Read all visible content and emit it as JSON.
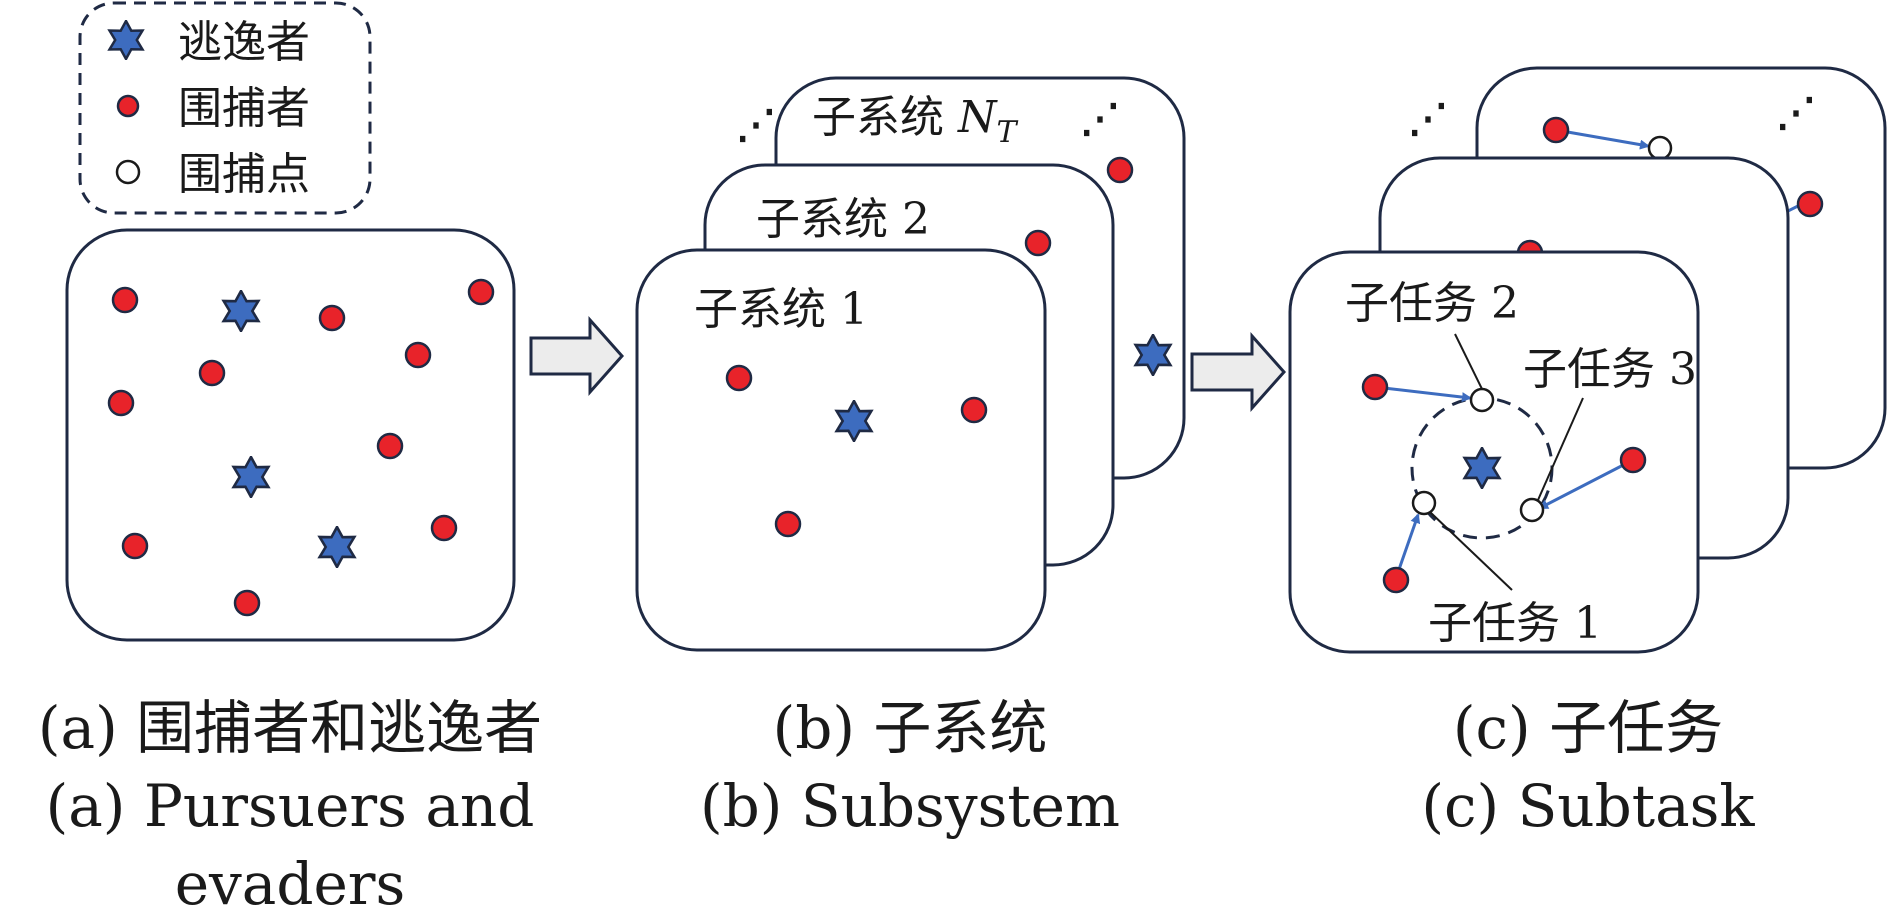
{
  "legend": {
    "evader_label": "逃逸者",
    "pursuer_label": "围捕者",
    "capture_point_label": "围捕点"
  },
  "panel_b": {
    "layer_1_label": "子系统 1",
    "layer_2_label": "子系统 2",
    "layer_n_prefix": "子系统",
    "layer_n_symbol": "N",
    "layer_n_subscript": "T",
    "ellipsis": "⋰"
  },
  "panel_c": {
    "subtask_1_label": "子任务 1",
    "subtask_2_label": "子任务 2",
    "subtask_3_label": "子任务 3",
    "ellipsis": "⋰"
  },
  "captions": {
    "a_cn": "(a) 围捕者和逃逸者",
    "a_en_line1": "(a) Pursuers and",
    "a_en_line2": "evaders",
    "b_cn": "(b) 子系统",
    "b_en": "(b) Subsystem",
    "c_cn": "(c) 子任务",
    "c_en": "(c) Subtask"
  },
  "colors": {
    "pursuer": "#e8232a",
    "evader": "#3d6cbf",
    "outline": "#1f2a44",
    "move_arrow": "#3d6cbf"
  },
  "icons": {
    "evader": "six-point-star-icon",
    "pursuer": "red-dot-icon",
    "capture_point": "hollow-circle-icon"
  }
}
